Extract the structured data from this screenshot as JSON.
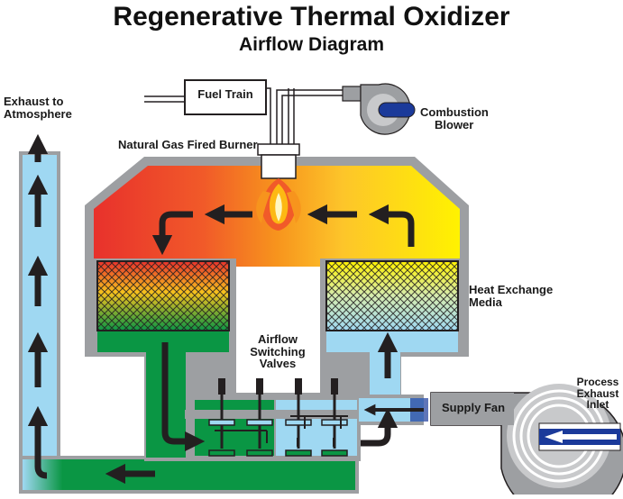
{
  "title": "Regenerative Thermal Oxidizer",
  "subtitle": "Airflow Diagram",
  "labels": {
    "exhaust_line1": "Exhaust to",
    "exhaust_line2": "Atmosphere",
    "fuel_train": "Fuel Train",
    "combustion_line1": "Combustion",
    "combustion_line2": "Blower",
    "burner": "Natural Gas Fired Burner",
    "media_line1": "Heat Exchange",
    "media_line2": "Media",
    "valves_line1": "Airflow",
    "valves_line2": "Switching",
    "valves_line3": "Valves",
    "supply_fan": "Supply Fan",
    "inlet_line1": "Process",
    "inlet_line2": "Exhaust",
    "inlet_line3": "Inlet"
  },
  "colors": {
    "hot_red": "#e8312c",
    "hot_orange": "#f7941d",
    "warm_yellow": "#fff200",
    "clean_green": "#0a9644",
    "cool_blue": "#9fd8f2",
    "housing_gray": "#9d9fa2",
    "blower_blue": "#1b3a9a",
    "arrow": "#231f20"
  },
  "icons": [
    "burner-flame-icon",
    "combustion-blower-icon",
    "supply-fan-icon",
    "valve-icon"
  ]
}
